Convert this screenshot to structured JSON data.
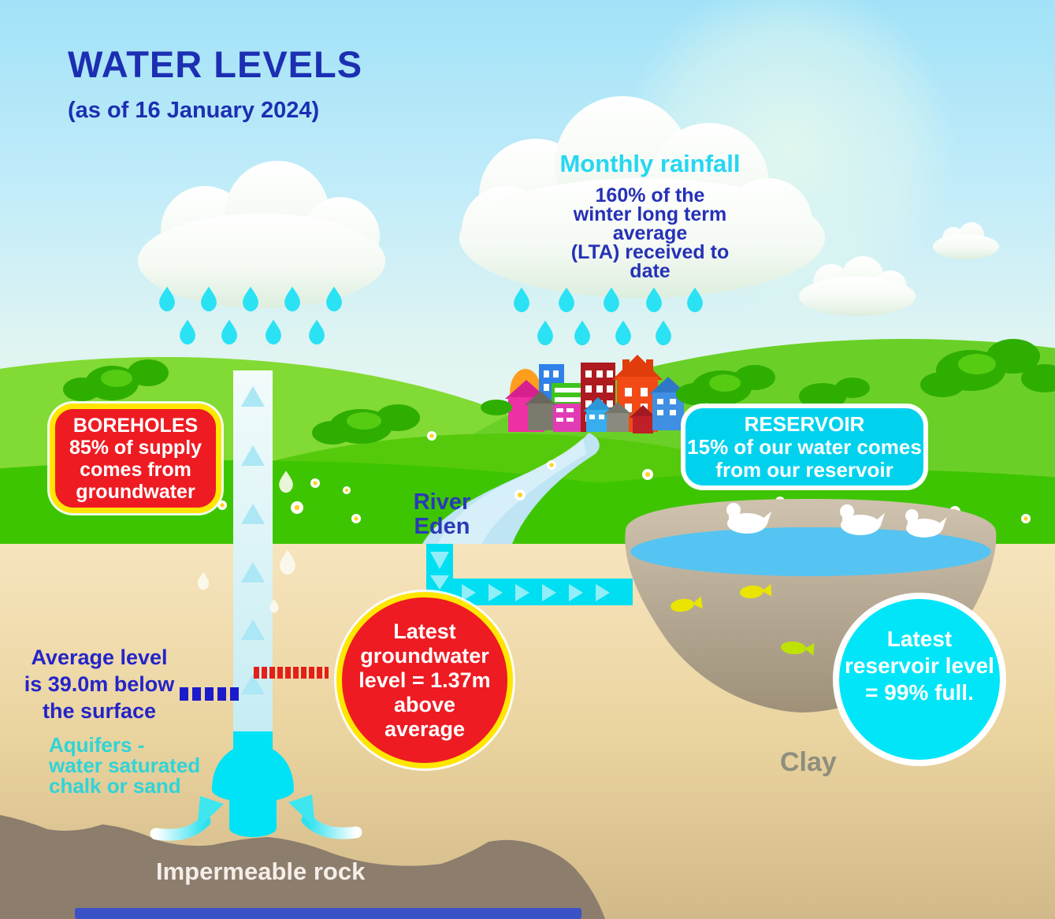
{
  "title": {
    "main": "WATER LEVELS",
    "date": "(as of 16 January 2024)"
  },
  "rain_cloud": {
    "heading": "Monthly rainfall",
    "body": "160% of the\nwinter long term\naverage\n(LTA) received to\ndate"
  },
  "boxes": {
    "boreholes": "BOREHOLES\n85% of supply\ncomes from\ngroundwater",
    "reservoir": "RESERVOIR\n15% of our water comes\nfrom our reservoir"
  },
  "circles": {
    "groundwater": "Latest\ngroundwater\nlevel = 1.37m\nabove\naverage",
    "reservoir": "Latest\nreservoir level\n= 99% full."
  },
  "labels": {
    "river": "River\nEden",
    "average_level": "Average level\nis 39.0m below\nthe surface",
    "aquifers": "Aquifers -\nwater saturated\nchalk or sand",
    "clay": "Clay",
    "impermeable_rock": "Impermeable rock"
  },
  "colors": {
    "accent_red": "#ee1b23",
    "accent_yellow": "#ffe600",
    "accent_cyan": "#00dcf0",
    "text_blue": "#2531b6",
    "text_cyan": "#25d7f2",
    "grass_green": "#3ec502",
    "sand": "#ead49f",
    "rock": "#8c7d6d",
    "water_blue": "#55c4f2"
  }
}
